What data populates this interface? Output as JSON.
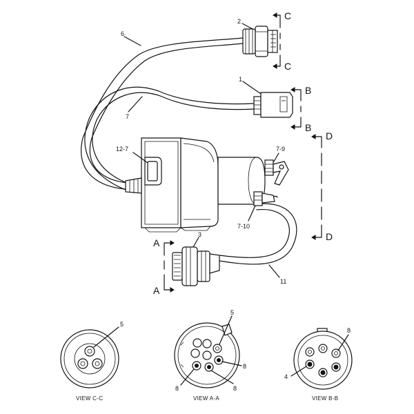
{
  "callouts": {
    "c1": "1",
    "c2": "2",
    "c3": "3",
    "c4": "4",
    "c5_cc": "5",
    "c5_aa": "5",
    "c6": "6",
    "c7": "7",
    "c7_9": "7-9",
    "c7_10": "7-10",
    "c8_aa_right": "8",
    "c8_aa_left": "8",
    "c8_aa_bottom": "8",
    "c8_bb": "8",
    "c11": "11",
    "c12_7": "12-7"
  },
  "sections": {
    "c_top": "C",
    "c_bottom": "C",
    "b_top": "B",
    "b_bottom": "B",
    "d_top": "D",
    "d_bottom": "D",
    "a_top": "A",
    "a_bottom": "A"
  },
  "views": {
    "cc": "VIEW  C-C",
    "aa": "VIEW  A-A",
    "bb": "VIEW  B-B"
  }
}
